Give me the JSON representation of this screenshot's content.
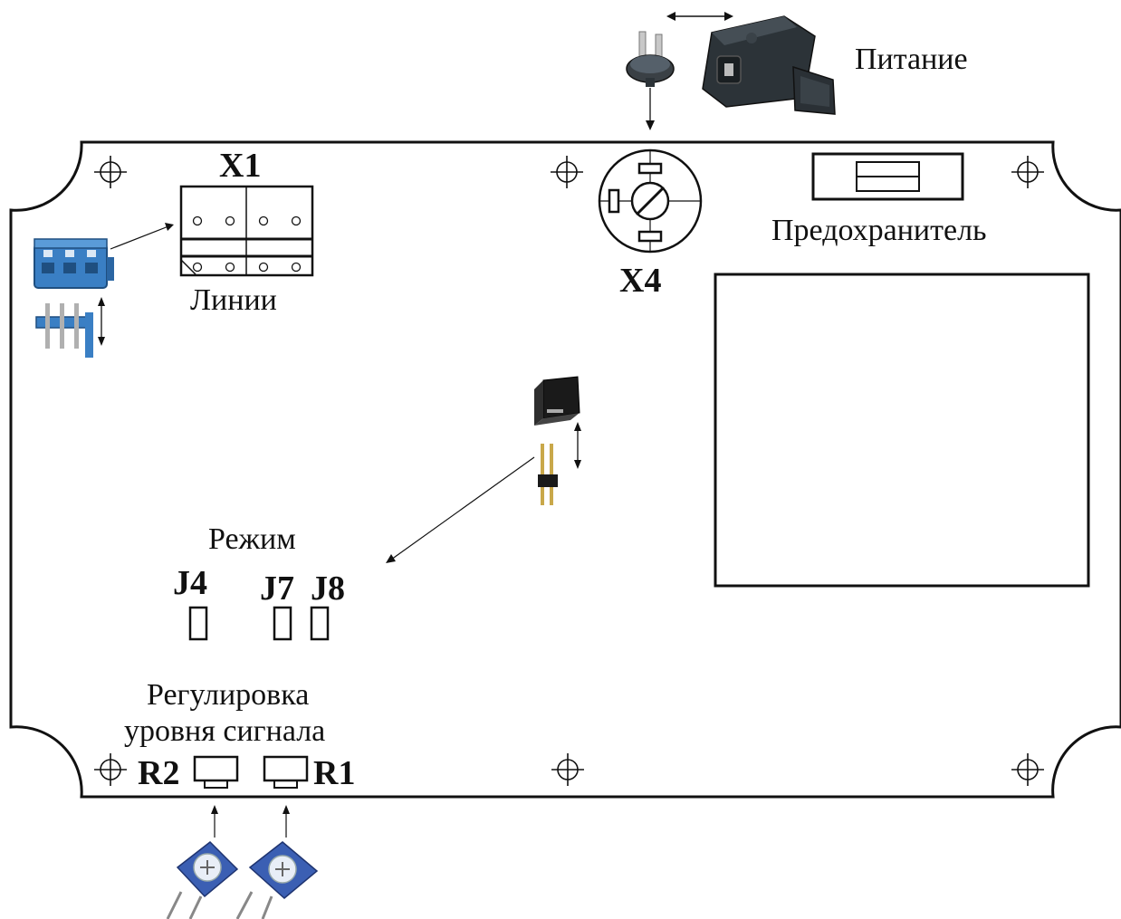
{
  "labels": {
    "power": "Питание",
    "x1": "X1",
    "x4": "X4",
    "fuse": "Предохранитель",
    "lines": "Линии",
    "mode": "Режим",
    "j4": "J4",
    "j7": "J7",
    "j8": "J8",
    "adjust_line1": "Регулировка",
    "adjust_line2": "уровня сигнала",
    "r2": "R2",
    "r1": "R1"
  },
  "colors": {
    "line": "#111111",
    "terminal_blue": "#3a7fc4",
    "connector_dark": "#2c3338",
    "jumper_black": "#1a1a1a",
    "trimmer_blue": "#3b5fb3"
  }
}
